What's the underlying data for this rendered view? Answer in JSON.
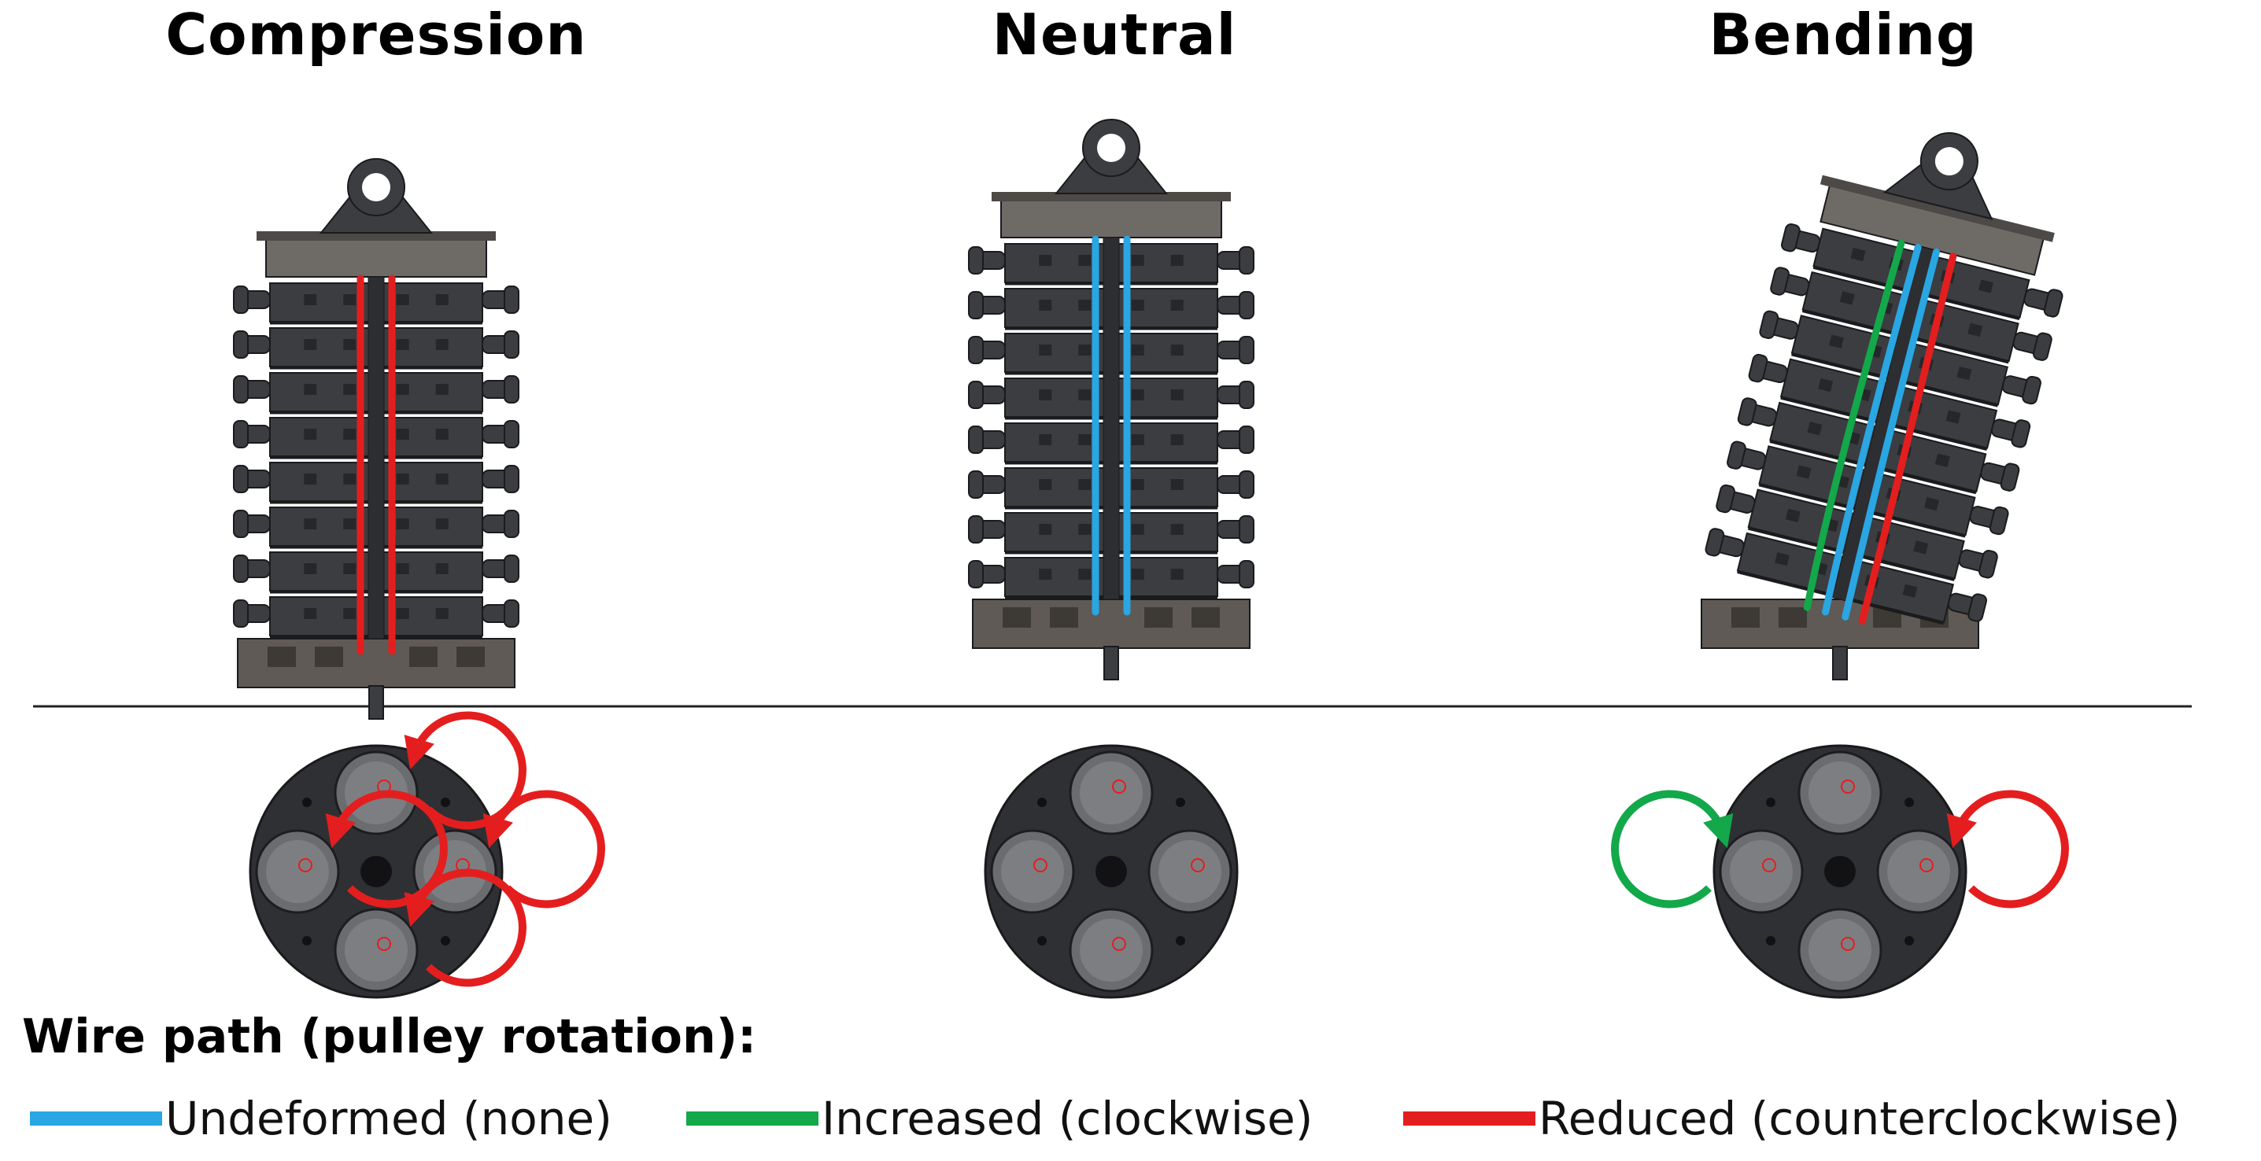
{
  "panels": [
    {
      "title": "Compression",
      "wire_color": "#e41e1e",
      "tilt_deg": 0
    },
    {
      "title": "Neutral",
      "wire_color": "#2aa6e2",
      "tilt_deg": 0
    },
    {
      "title": "Bending",
      "wire_color": "#2aa6e2",
      "tilt_deg": 14
    }
  ],
  "legend": {
    "heading": "Wire path (pulley rotation):",
    "items": [
      {
        "label": "Undeformed (none)",
        "color": "#2aa6e2",
        "icon": "blue-line-swatch"
      },
      {
        "label": "Increased (clockwise)",
        "color": "#13a84a",
        "icon": "green-line-swatch"
      },
      {
        "label": "Reduced (counterclockwise)",
        "color": "#e41e1e",
        "icon": "red-line-swatch"
      }
    ]
  },
  "colors": {
    "body": "#3b3d41",
    "body_dark": "#25272a",
    "body_edge": "#1a1b1d",
    "cap": "#6e6a66",
    "base": "#5f5a55",
    "pulley": "#6b6c70",
    "ground_line": "#222222"
  },
  "pulley_rotation": {
    "compression": "all four pulleys counterclockwise",
    "neutral": "none",
    "bending": "left pulley clockwise, right pulley counterclockwise"
  }
}
